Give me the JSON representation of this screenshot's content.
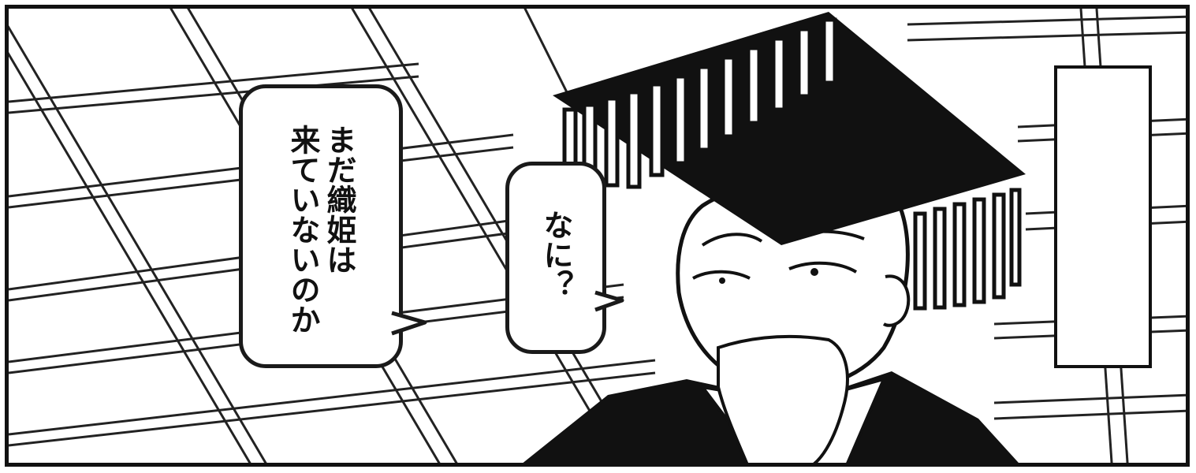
{
  "scene": {
    "description_free": true
  },
  "bubbles": {
    "left": {
      "line1": "まだ織姫は",
      "line2": "来ていないのか"
    },
    "middle": {
      "line1": "なに？"
    }
  },
  "colors": {
    "ink": "#111111",
    "paper": "#ffffff"
  }
}
